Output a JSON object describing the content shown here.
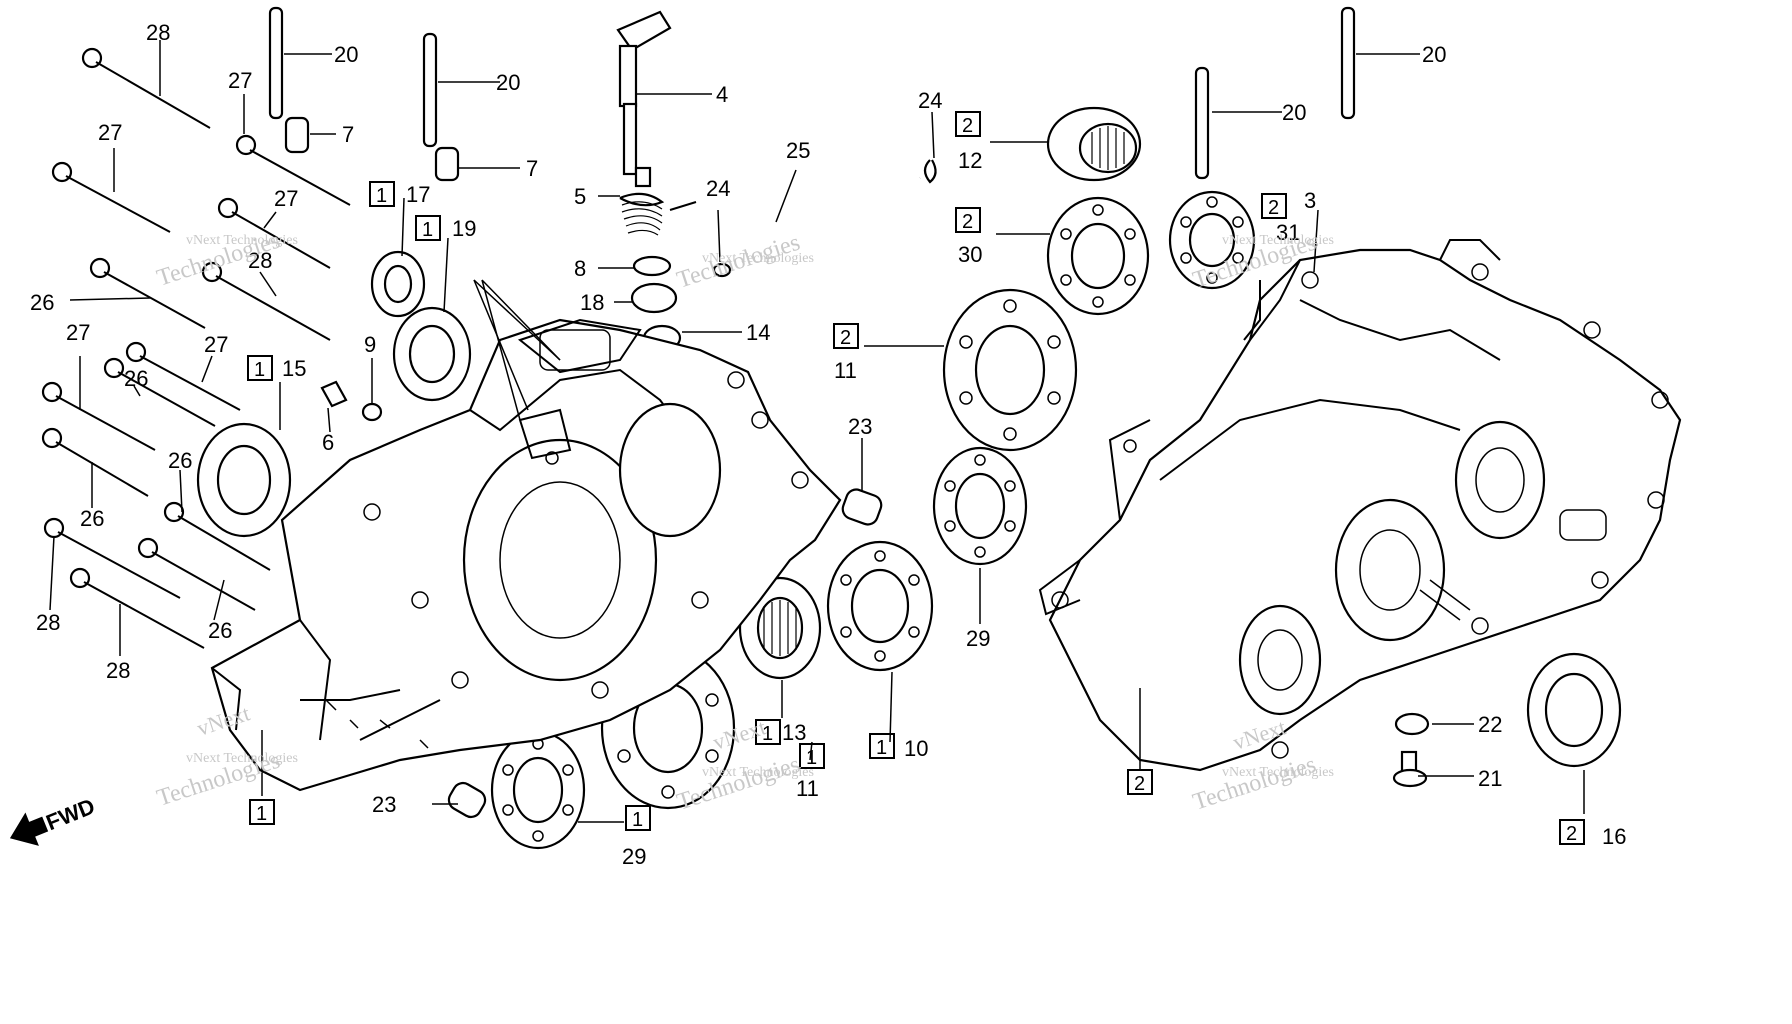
{
  "watermark": {
    "text_1": "vNext Technologies",
    "text_2": "vNext",
    "text_3": "Technologies"
  },
  "direction_label": "FWD",
  "callouts": [
    {
      "id": "c-28a",
      "label": "28"
    },
    {
      "id": "c-27a",
      "label": "27"
    },
    {
      "id": "c-27b",
      "label": "27"
    },
    {
      "id": "c-27c",
      "label": "27"
    },
    {
      "id": "c-28b",
      "label": "28"
    },
    {
      "id": "c-26a",
      "label": "26"
    },
    {
      "id": "c-27d",
      "label": "27"
    },
    {
      "id": "c-27e",
      "label": "27"
    },
    {
      "id": "c-26b",
      "label": "26"
    },
    {
      "id": "c-26c",
      "label": "26"
    },
    {
      "id": "c-26d",
      "label": "26"
    },
    {
      "id": "c-26e",
      "label": "26"
    },
    {
      "id": "c-28c",
      "label": "28"
    },
    {
      "id": "c-28d",
      "label": "28"
    },
    {
      "id": "c-20a",
      "label": "20"
    },
    {
      "id": "c-7a",
      "label": "7"
    },
    {
      "id": "c-20b",
      "label": "20"
    },
    {
      "id": "c-7b",
      "label": "7"
    },
    {
      "id": "c-4",
      "label": "4"
    },
    {
      "id": "c-17",
      "label": "17"
    },
    {
      "id": "c-19",
      "label": "19"
    },
    {
      "id": "c-15",
      "label": "15"
    },
    {
      "id": "c-9",
      "label": "9"
    },
    {
      "id": "c-6",
      "label": "6"
    },
    {
      "id": "c-5",
      "label": "5"
    },
    {
      "id": "c-8",
      "label": "8"
    },
    {
      "id": "c-18",
      "label": "18"
    },
    {
      "id": "c-14",
      "label": "14"
    },
    {
      "id": "c-24a",
      "label": "24"
    },
    {
      "id": "c-25",
      "label": "25"
    },
    {
      "id": "c-24b",
      "label": "24"
    },
    {
      "id": "c-12",
      "label": "12"
    },
    {
      "id": "c-30",
      "label": "30"
    },
    {
      "id": "c-11a",
      "label": "11"
    },
    {
      "id": "c-23a",
      "label": "23"
    },
    {
      "id": "c-29a",
      "label": "29"
    },
    {
      "id": "c-13",
      "label": "13"
    },
    {
      "id": "c-10",
      "label": "10"
    },
    {
      "id": "c-11b",
      "label": "11"
    },
    {
      "id": "c-23b",
      "label": "23"
    },
    {
      "id": "c-29b",
      "label": "29"
    },
    {
      "id": "c-20c",
      "label": "20"
    },
    {
      "id": "c-20d",
      "label": "20"
    },
    {
      "id": "c-3",
      "label": "3"
    },
    {
      "id": "c-31",
      "label": "31"
    },
    {
      "id": "c-22",
      "label": "22"
    },
    {
      "id": "c-21",
      "label": "21"
    },
    {
      "id": "c-16",
      "label": "16"
    }
  ],
  "box_markers": [
    {
      "id": "b-17",
      "label": "1"
    },
    {
      "id": "b-19",
      "label": "1"
    },
    {
      "id": "b-15",
      "label": "1"
    },
    {
      "id": "b-1",
      "label": "1"
    },
    {
      "id": "b-13",
      "label": "1"
    },
    {
      "id": "b-11b",
      "label": "1"
    },
    {
      "id": "b-10",
      "label": "1"
    },
    {
      "id": "b-29b",
      "label": "1"
    },
    {
      "id": "b-12",
      "label": "2"
    },
    {
      "id": "b-30",
      "label": "2"
    },
    {
      "id": "b-11a",
      "label": "2"
    },
    {
      "id": "b-31",
      "label": "2"
    },
    {
      "id": "b-2",
      "label": "2"
    },
    {
      "id": "b-16",
      "label": "2"
    }
  ]
}
